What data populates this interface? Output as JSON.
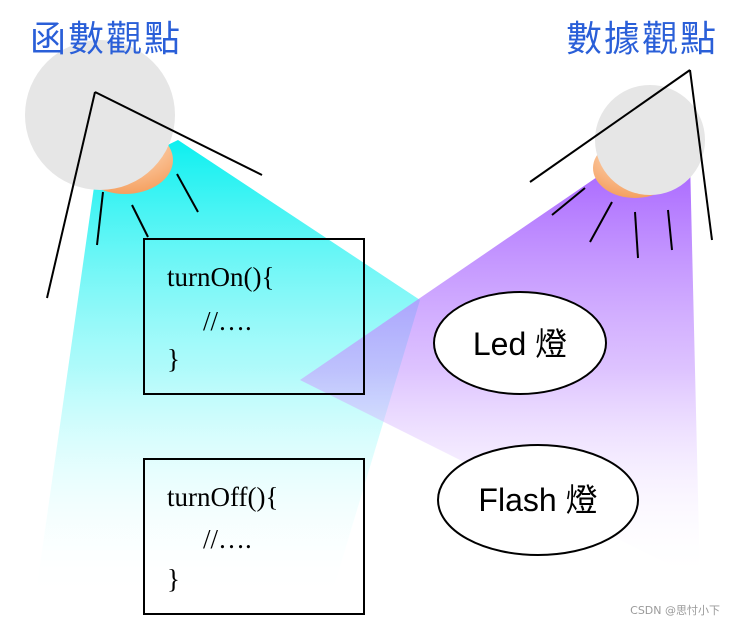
{
  "titles": {
    "left": "函數觀點",
    "right": "數據觀點"
  },
  "function_boxes": [
    {
      "signature": "turnOn(){",
      "comment": "//….",
      "close": "}"
    },
    {
      "signature": "turnOff(){",
      "comment": "//….",
      "close": "}"
    }
  ],
  "data_ovals": [
    {
      "label": "Led 燈"
    },
    {
      "label": "Flash 燈"
    }
  ],
  "watermark": "CSDN @思忖小下",
  "colors": {
    "title": "#2a5fd8",
    "left_beam": "#00f0f0",
    "right_beam": "#b070ff",
    "lamp_head": "#e6e6e6",
    "lamp_bulb": "#f7b07a"
  }
}
